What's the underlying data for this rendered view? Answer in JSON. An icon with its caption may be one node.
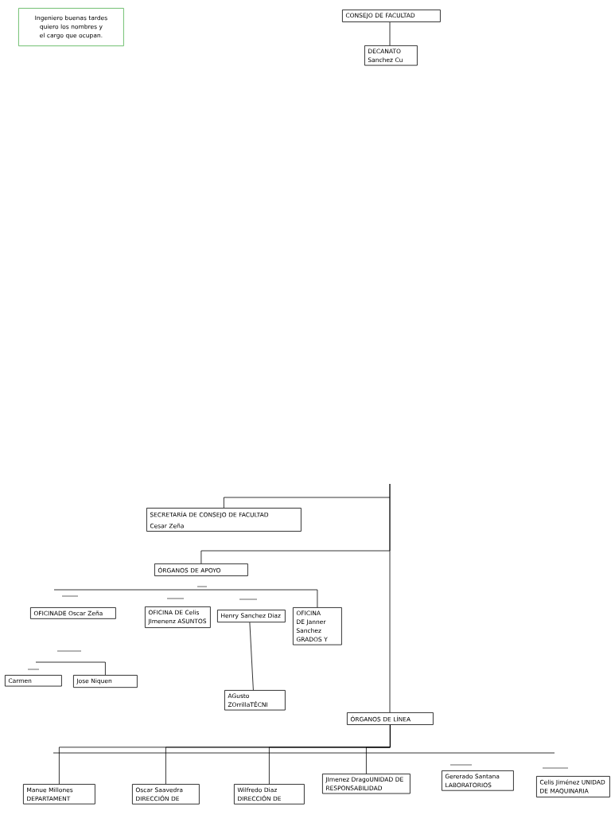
{
  "diagram": {
    "nodes": [
      {
        "text": [
          "Ingeniero buenas tardes quiero los nombres y el cargo que ocupan."
        ]
      },
      {
        "text": [
          "CONSEJO DE FACULTAD"
        ]
      },
      {
        "text": [
          "DECANATO Sanchez Cu"
        ]
      },
      {
        "text": [
          "SECRETARÍA DE CONSEJO DE FACULTAD",
          "Cesar Zeña"
        ]
      },
      {
        "text": [
          "ÓRGANOS DE APOYO"
        ]
      },
      {
        "text": [
          "OFICINADE Oscar Zeña"
        ]
      },
      {
        "text": [
          "OFICINA DE Celis JImenenz ASUNTOS"
        ]
      },
      {
        "text": [
          "Henry Sanchez Diaz"
        ]
      },
      {
        "text": [
          "OFICINA DE Janner Sanchez GRADOS Y"
        ]
      },
      {
        "text": [
          "Carmen"
        ]
      },
      {
        "text": [
          "Jose Niquen"
        ]
      },
      {
        "text": [
          "AGusto ZOrrillaTÉCNI"
        ]
      },
      {
        "text": [
          "ÓRGANOS DE LÍNEA"
        ]
      },
      {
        "text": [
          "Manue Millones DEPARTAMENT"
        ]
      },
      {
        "text": [
          "Oscar Saavedra DIRECCIÓN DE"
        ]
      },
      {
        "text": [
          "Wilfredo Diaz DIRECCIÓN DE"
        ]
      },
      {
        "text": [
          "JImenez DragoUNIDAD DE RESPONSABILIDAD"
        ]
      },
      {
        "text": [
          "Gererado Santana LABORATORIOS"
        ]
      },
      {
        "text": [
          "Celis Jiménez UNIDAD DE MAQUINARIA"
        ]
      }
    ],
    "edges": [
      {
        "from": 1,
        "to": 2,
        "arrow": "none"
      },
      {
        "from": null,
        "to": 3,
        "arrow": "none"
      },
      {
        "from": null,
        "to": 4,
        "arrow": "none"
      },
      {
        "from": null,
        "to": 12,
        "arrow": "none"
      },
      {
        "from": null,
        "to": 8,
        "arrow": "none"
      },
      {
        "from": 7,
        "to": 11,
        "arrow": "none"
      },
      {
        "from": null,
        "to": 10,
        "arrow": "none"
      },
      {
        "from": 12,
        "to": 13,
        "arrow": "none"
      },
      {
        "from": 12,
        "to": 14,
        "arrow": "none"
      },
      {
        "from": 12,
        "to": 15,
        "arrow": "none"
      },
      {
        "from": 12,
        "to": 16,
        "arrow": "none"
      }
    ]
  }
}
